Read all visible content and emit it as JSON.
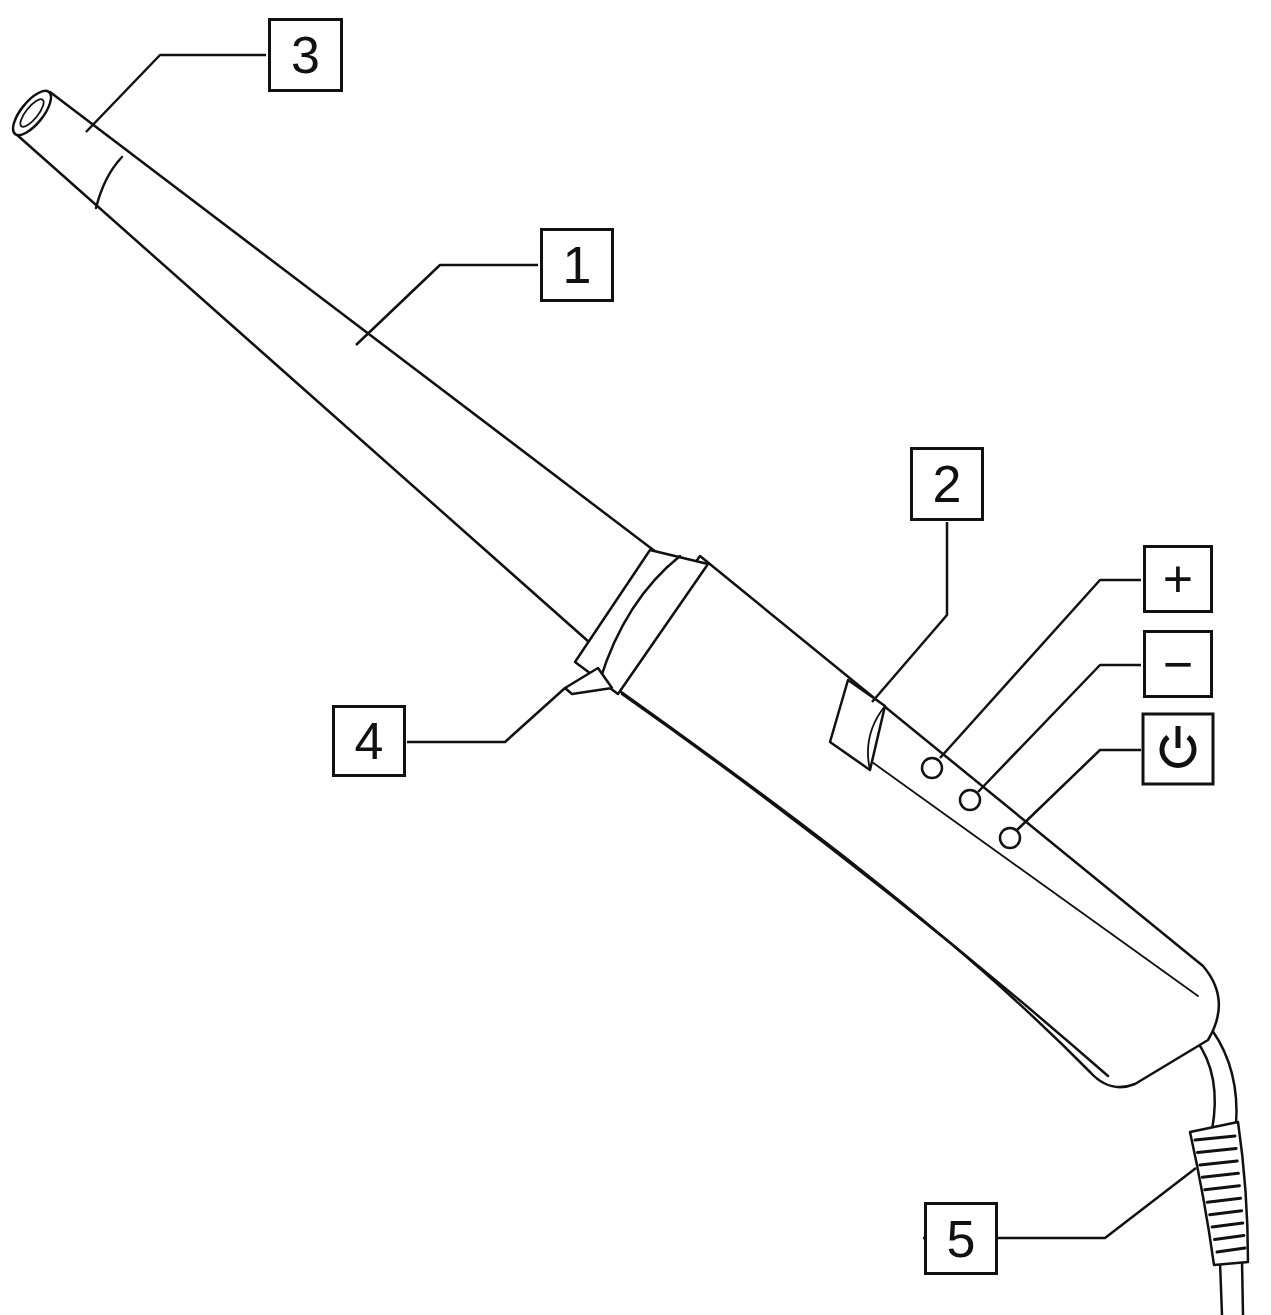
{
  "diagram": {
    "labels": [
      "3",
      "1",
      "2",
      "+",
      "−",
      "4",
      "5"
    ]
  }
}
